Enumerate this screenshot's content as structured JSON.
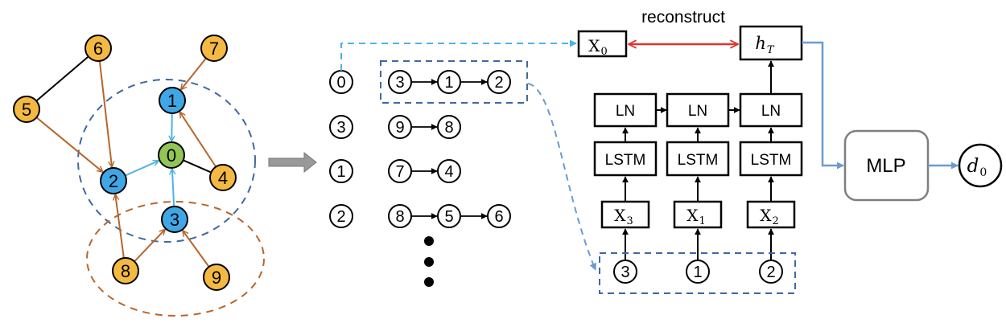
{
  "colors": {
    "orange_node": "#F4B942",
    "blue_node": "#3FA7E6",
    "green_node": "#92C556",
    "brown_edge": "#B8652A",
    "light_blue_edge": "#4DB3E8",
    "dark_blue_dash": "#41689E",
    "red_arrow": "#E0342C",
    "steel_blue": "#6A9BD0",
    "gray_arrow": "#999999"
  },
  "graph": {
    "nodes": [
      {
        "id": "0",
        "role": "target"
      },
      {
        "id": "1",
        "role": "neighbor"
      },
      {
        "id": "2",
        "role": "neighbor"
      },
      {
        "id": "3",
        "role": "neighbor"
      },
      {
        "id": "4",
        "role": "other"
      },
      {
        "id": "5",
        "role": "other"
      },
      {
        "id": "6",
        "role": "other"
      },
      {
        "id": "7",
        "role": "other"
      },
      {
        "id": "8",
        "role": "other"
      },
      {
        "id": "9",
        "role": "other"
      }
    ],
    "edges": [
      {
        "from": "1",
        "to": "0",
        "type": "directed-blue"
      },
      {
        "from": "2",
        "to": "0",
        "type": "directed-blue"
      },
      {
        "from": "3",
        "to": "0",
        "type": "directed-blue"
      },
      {
        "from": "0",
        "to": "4",
        "type": "undirected"
      },
      {
        "from": "5",
        "to": "6",
        "type": "undirected"
      },
      {
        "from": "7",
        "to": "1",
        "type": "directed-brown"
      },
      {
        "from": "4",
        "to": "1",
        "type": "directed-brown"
      },
      {
        "from": "6",
        "to": "2",
        "type": "directed-brown"
      },
      {
        "from": "5",
        "to": "2",
        "type": "directed-brown"
      },
      {
        "from": "8",
        "to": "2",
        "type": "directed-brown"
      },
      {
        "from": "8",
        "to": "3",
        "type": "directed-brown"
      },
      {
        "from": "9",
        "to": "3",
        "type": "directed-brown"
      }
    ]
  },
  "sequences": [
    {
      "root": "0",
      "chain": [
        "3",
        "1",
        "2"
      ],
      "highlighted": true
    },
    {
      "root": "3",
      "chain": [
        "9",
        "8"
      ],
      "highlighted": false
    },
    {
      "root": "1",
      "chain": [
        "7",
        "4"
      ],
      "highlighted": false
    },
    {
      "root": "2",
      "chain": [
        "8",
        "5",
        "6"
      ],
      "highlighted": false
    }
  ],
  "model": {
    "reconstruct_label": "reconstruct",
    "x0_label": "X",
    "x0_sub": "0",
    "hT_label": "h",
    "hT_sub": "T",
    "ln_label": "LN",
    "lstm_label": "LSTM",
    "inputs": [
      {
        "node": "3",
        "x_label": "X",
        "x_sub": "3"
      },
      {
        "node": "1",
        "x_label": "X",
        "x_sub": "1"
      },
      {
        "node": "2",
        "x_label": "X",
        "x_sub": "2"
      }
    ],
    "mlp_label": "MLP",
    "output_label": "d",
    "output_sub": "0"
  }
}
